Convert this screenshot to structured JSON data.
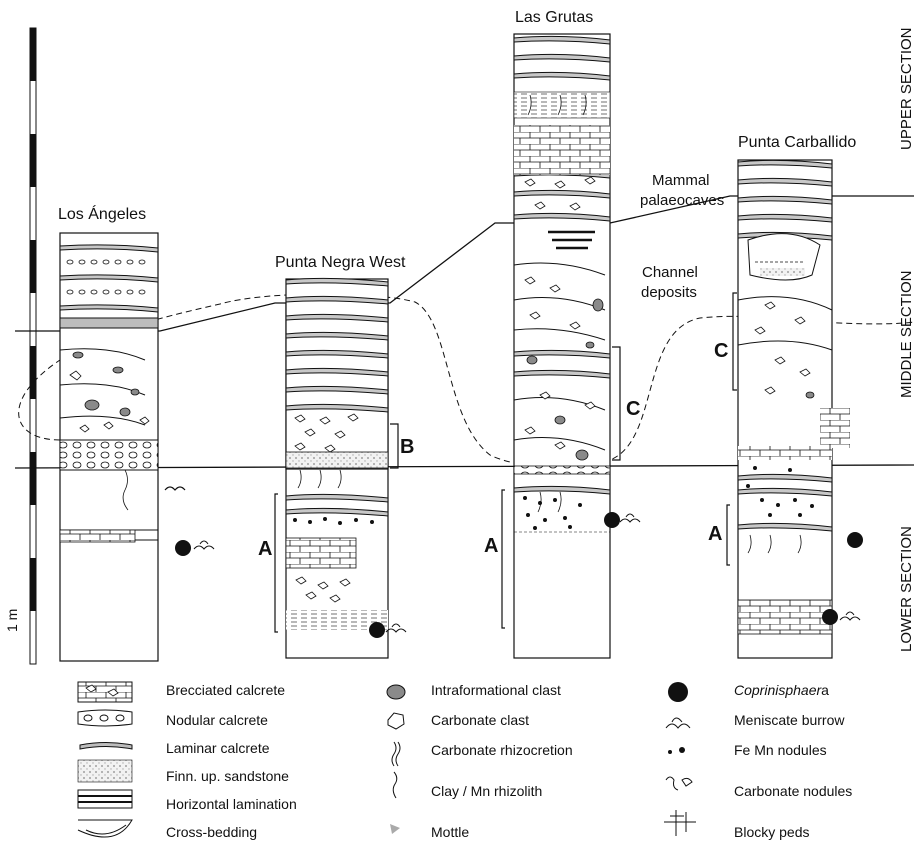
{
  "sections": {
    "upper": "UPPER SECTION",
    "middle": "MIDDLE  SECTION",
    "lower": "LOWER SECTION"
  },
  "scale_label": "1 m",
  "columns": {
    "los_angeles": "Los Ángeles",
    "punta_negra_west": "Punta Negra West",
    "las_grutas": "Las Grutas",
    "punta_carballido": "Punta Carballido"
  },
  "interval_letters": {
    "pnw_a": "A",
    "pnw_b": "B",
    "lg_a": "A",
    "lg_c": "C",
    "pc_a": "A",
    "pc_c": "C"
  },
  "annotations": {
    "mammal_line1": "Mammal",
    "mammal_line2": "palaeocaves",
    "channel_line1": "Channel",
    "channel_line2": "deposits"
  },
  "legend": {
    "col1": [
      {
        "icon": "brecciated-calcrete-icon",
        "label": "Brecciated calcrete"
      },
      {
        "icon": "nodular-calcrete-icon",
        "label": "Nodular calcrete"
      },
      {
        "icon": "laminar-calcrete-icon",
        "label": "Laminar calcrete"
      },
      {
        "icon": "sandstone-icon",
        "label": "Finn. up. sandstone"
      },
      {
        "icon": "horizontal-lamination-icon",
        "label": "Horizontal lamination"
      },
      {
        "icon": "cross-bedding-icon",
        "label": "Cross-bedding"
      }
    ],
    "col2": [
      {
        "icon": "intraformational-clast-icon",
        "label": "Intraformational clast"
      },
      {
        "icon": "carbonate-clast-icon",
        "label": "Carbonate clast"
      },
      {
        "icon": "carbonate-rhizocretion-icon",
        "label": "Carbonate rhizocretion"
      },
      {
        "icon": "clay-mn-rhizolith-icon",
        "label": "Clay / Mn rhizolith"
      },
      {
        "icon": "mottle-icon",
        "label": "Mottle"
      }
    ],
    "col3": [
      {
        "icon": "coprinisphaera-icon",
        "label": "Coprinisphaera",
        "italic_part": "Coprinisphaer",
        "rest": "a"
      },
      {
        "icon": "meniscate-burrow-icon",
        "label": "Meniscate burrow"
      },
      {
        "icon": "fe-mn-nodules-icon",
        "label": "Fe Mn  nodules"
      },
      {
        "icon": "carbonate-nodules-icon",
        "label": "Carbonate nodules"
      },
      {
        "icon": "blocky-peds-icon",
        "label": "Blocky peds"
      }
    ]
  },
  "colors": {
    "ink": "#111111",
    "laminar_fill": "#bdbdbd",
    "clast_fill": "#8a8a8a",
    "sand_dot": "#888888"
  }
}
